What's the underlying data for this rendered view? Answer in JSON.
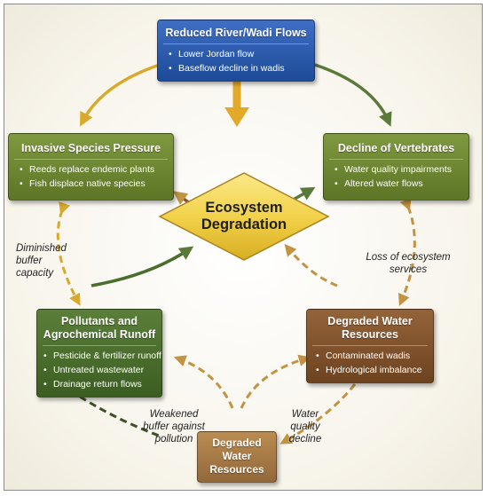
{
  "center": {
    "line1": "Ecosystem",
    "line2": "Degradation"
  },
  "top_box": {
    "title": "Reduced River/Wadi Flows",
    "items": [
      "Lower Jordan flow",
      "Baseflow decline in wadis"
    ]
  },
  "left_box": {
    "title": "Invasive Species Pressure",
    "items": [
      "Reeds replace endemic plants",
      "Fish displace native species"
    ]
  },
  "right_box": {
    "title": "Decline of Vertebrates",
    "items": [
      "Water quality impairments",
      "Altered water flows"
    ]
  },
  "pollutants_box": {
    "title_line1": "Pollutants and",
    "title_line2": "Agrochemical Runoff",
    "items": [
      "Pesticide & fertilizer runoff",
      "Untreated wastewater",
      "Drainage return flows"
    ]
  },
  "degraded_right_box": {
    "title_line1": "Degraded Water",
    "title_line2": "Resources",
    "items": [
      "Contaminated wadis",
      "Hydrological imbalance"
    ]
  },
  "degraded_bottom_box": {
    "line1": "Degraded",
    "line2": "Water",
    "line3": "Resources"
  },
  "labels": {
    "diminished": [
      "Diminished",
      "buffer",
      "capacity"
    ],
    "loss": [
      "Loss of ecosystem",
      "services"
    ],
    "weakened": [
      "Weakened",
      "buffer against",
      "pollution"
    ],
    "water_quality": [
      "Water",
      "quality",
      "decline"
    ]
  },
  "colors": {
    "blue": "#2a5aae",
    "olive": "#6f8a33",
    "dark_green": "#4b6e2e",
    "brown": "#82532d",
    "tan": "#a87a45",
    "gold_arrow": "#d9a92a",
    "green_arrow": "#5a7a3a",
    "diamond": "#f2d24a"
  }
}
